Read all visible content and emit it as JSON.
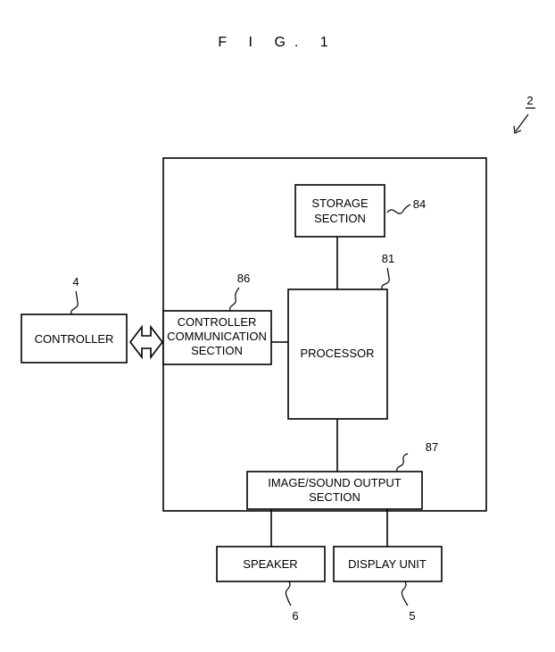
{
  "figure": {
    "title": "F I G. 1"
  },
  "device": {
    "ref": "2"
  },
  "blocks": {
    "storage": {
      "lines": [
        "STORAGE",
        "SECTION"
      ],
      "ref": "84"
    },
    "processor": {
      "lines": [
        "PROCESSOR"
      ],
      "ref": "81"
    },
    "controller_comm": {
      "lines": [
        "CONTROLLER",
        "COMMUNICATION",
        "SECTION"
      ],
      "ref": "86"
    },
    "controller": {
      "lines": [
        "CONTROLLER"
      ],
      "ref": "4"
    },
    "image_sound": {
      "lines": [
        "IMAGE/SOUND OUTPUT",
        "SECTION"
      ],
      "ref": "87"
    },
    "speaker": {
      "lines": [
        "SPEAKER"
      ],
      "ref": "6"
    },
    "display": {
      "lines": [
        "DISPLAY UNIT"
      ],
      "ref": "5"
    }
  }
}
